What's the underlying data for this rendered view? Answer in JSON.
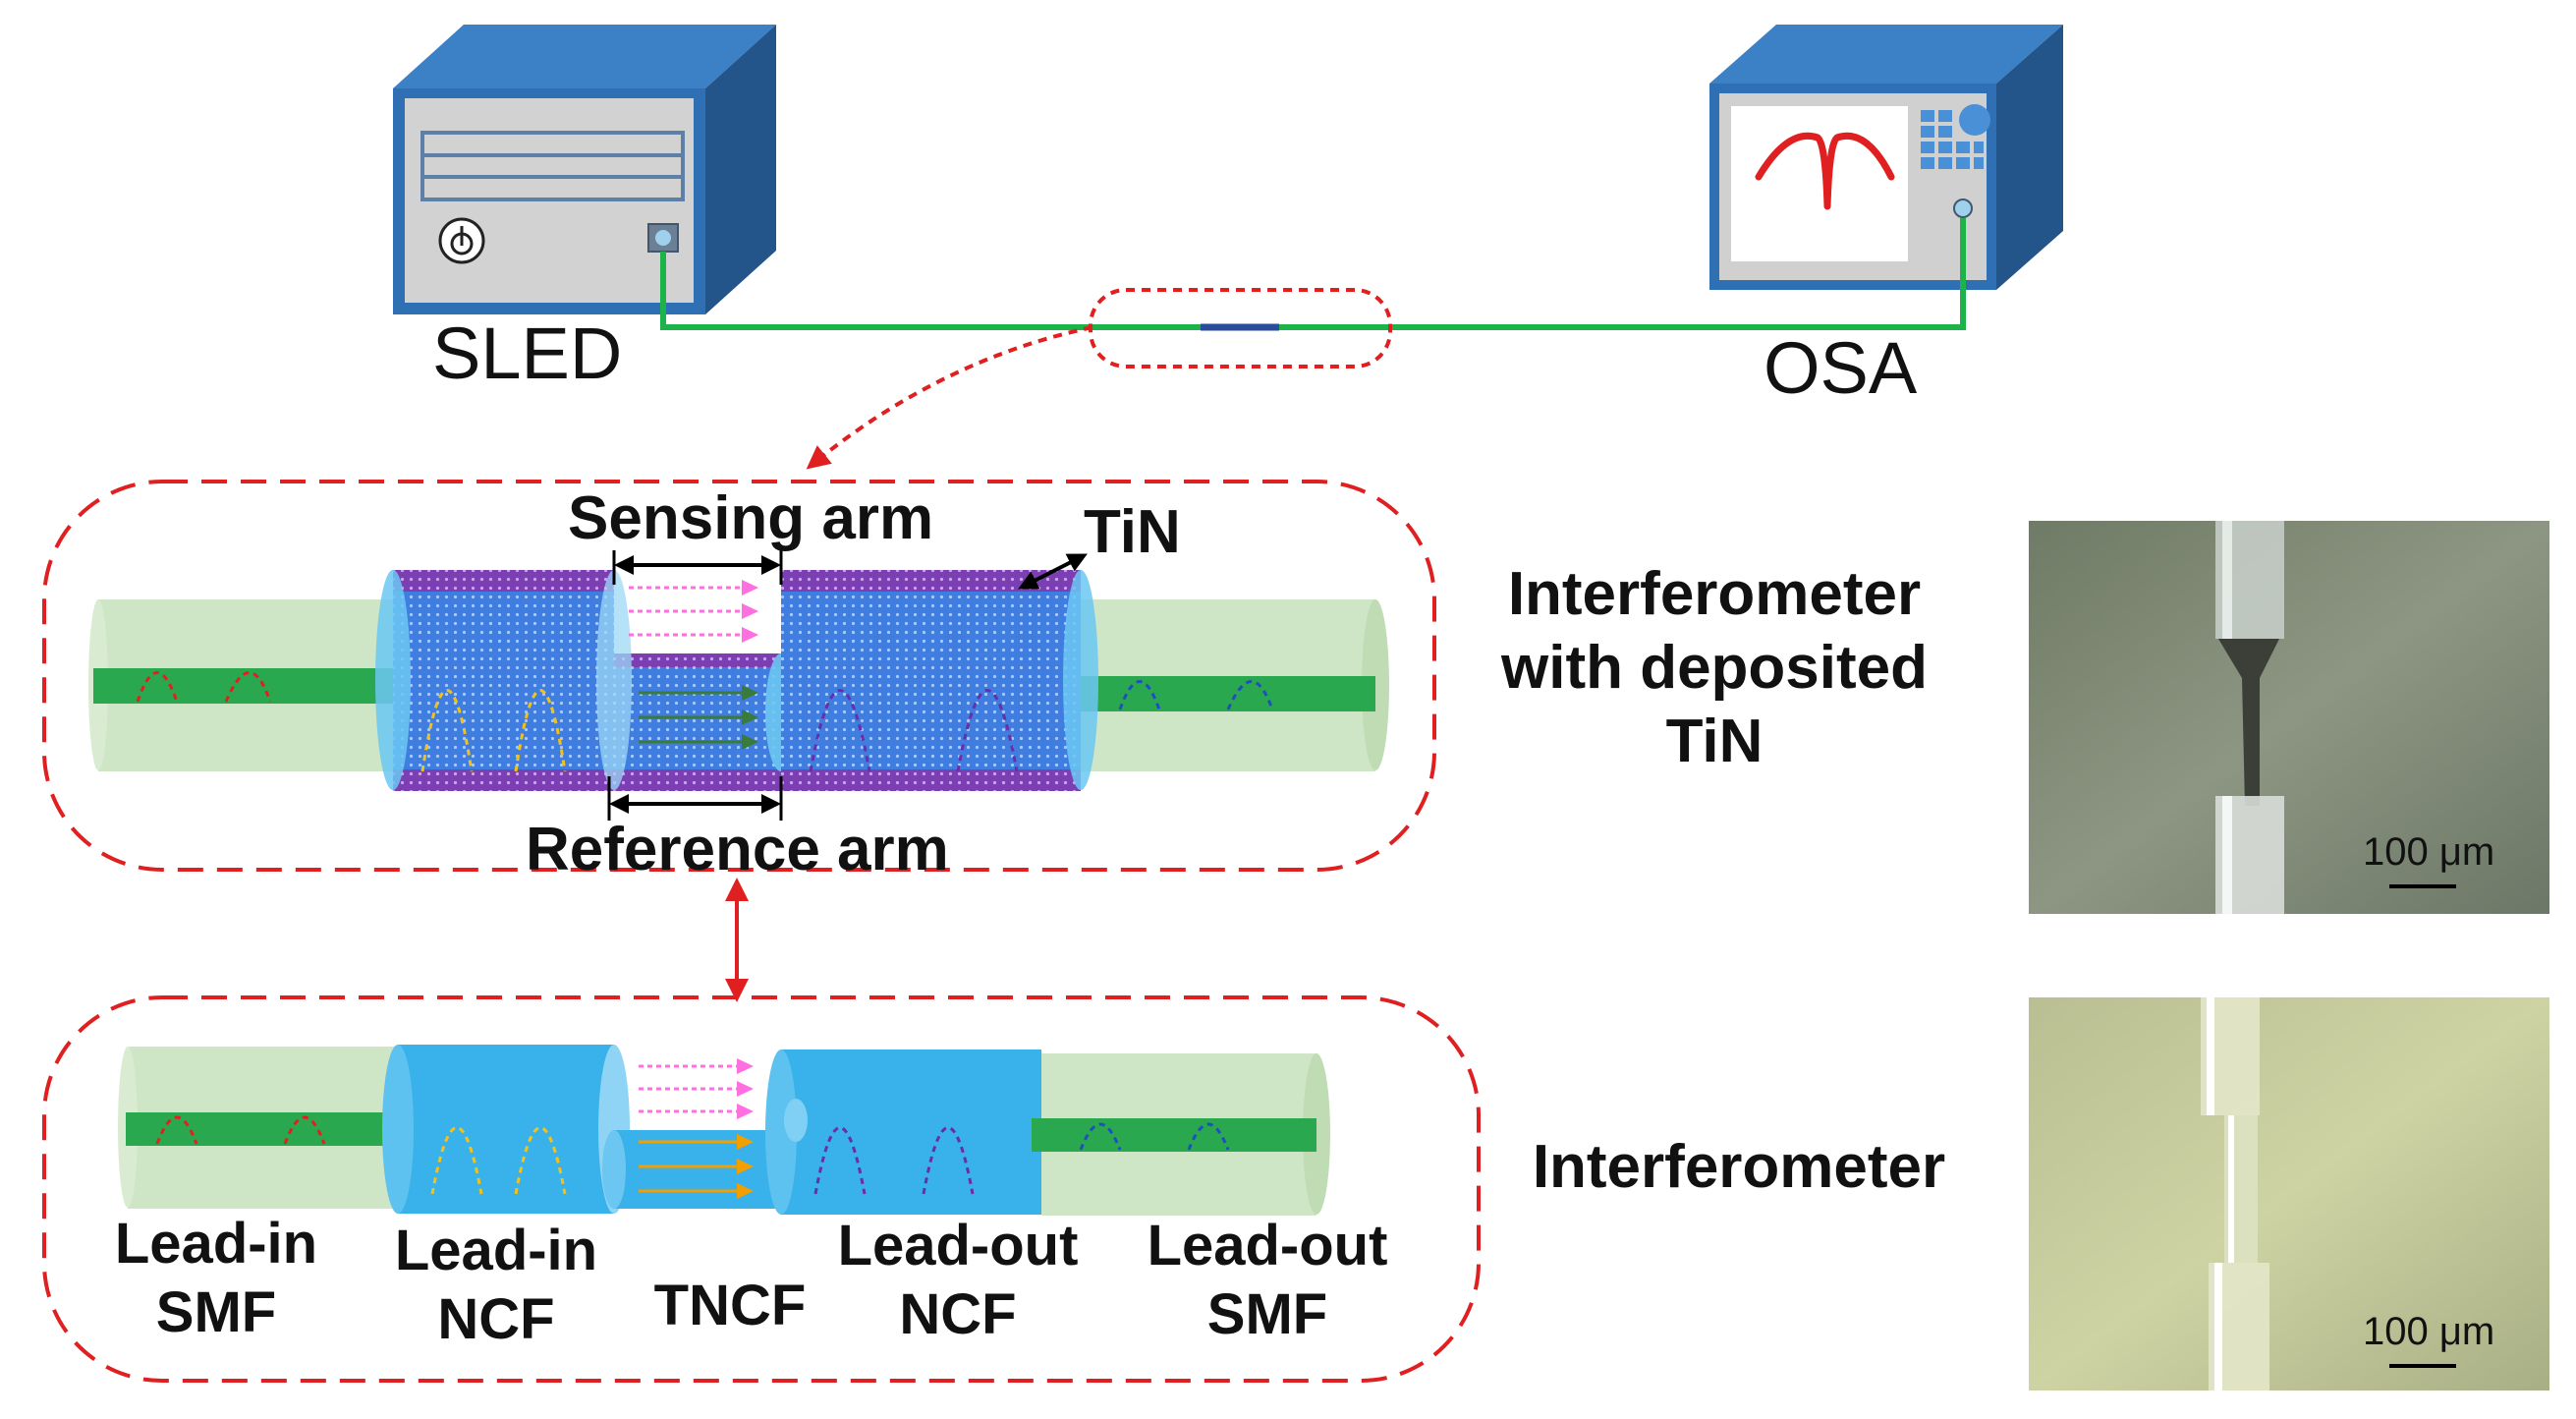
{
  "instruments": {
    "source_label": "SLED",
    "analyzer_label": "OSA"
  },
  "sensor_panel": {
    "sensing_arm": "Sensing arm",
    "reference_arm": "Reference arm",
    "coating": "TiN",
    "description_lines": [
      "Interferometer",
      "with deposited",
      "TiN"
    ]
  },
  "plain_panel": {
    "description": "Interferometer",
    "segments": [
      {
        "line1": "Lead-in",
        "line2": "SMF"
      },
      {
        "line1": "Lead-in",
        "line2": "NCF"
      },
      {
        "line1": "TNCF",
        "line2": ""
      },
      {
        "line1": "Lead-out",
        "line2": "NCF"
      },
      {
        "line1": "Lead-out",
        "line2": "SMF"
      }
    ]
  },
  "micrographs": {
    "scale_bar_top": "100 μm",
    "scale_bar_bottom": "100 μm"
  },
  "colors": {
    "fiber_line": "#1db34a",
    "dashed_red": "#e02020",
    "cladding_green": "#cfe6c6",
    "core_green": "#2aa84f",
    "ncf_blue": "#39b1ea",
    "coated_blue": "#2f73d6",
    "tin_purple": "#7b3fb3",
    "instrument_blue": "#2f6fb3",
    "instrument_gray": "#c9c9c9"
  }
}
